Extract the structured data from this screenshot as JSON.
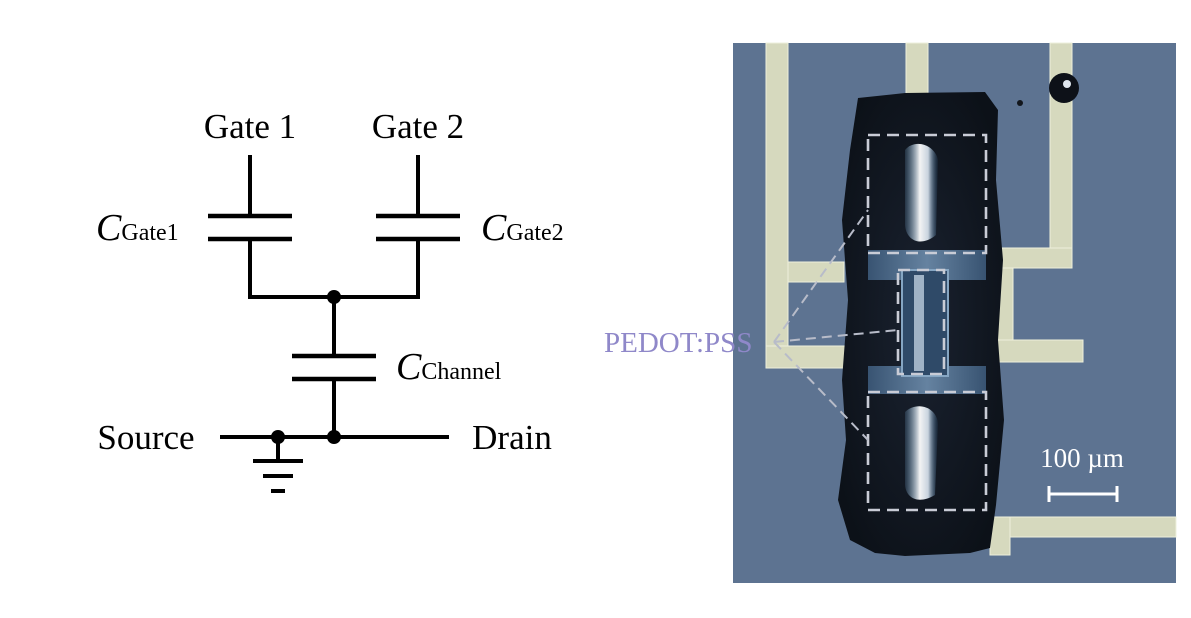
{
  "circuit": {
    "gate1_label": "Gate 1",
    "gate2_label": "Gate 2",
    "cgate1": {
      "main": "C",
      "sub": "Gate1"
    },
    "cgate2": {
      "main": "C",
      "sub": "Gate2"
    },
    "cchannel": {
      "main": "C",
      "sub": "Channel"
    },
    "source_label": "Source",
    "drain_label": "Drain"
  },
  "micrograph": {
    "material_label": "PEDOT:PSS",
    "scale_bar_label": "100 µm",
    "label_color": "#8f88c9",
    "background_color": "#5d7391",
    "electrode_color": "#d6d9be"
  }
}
